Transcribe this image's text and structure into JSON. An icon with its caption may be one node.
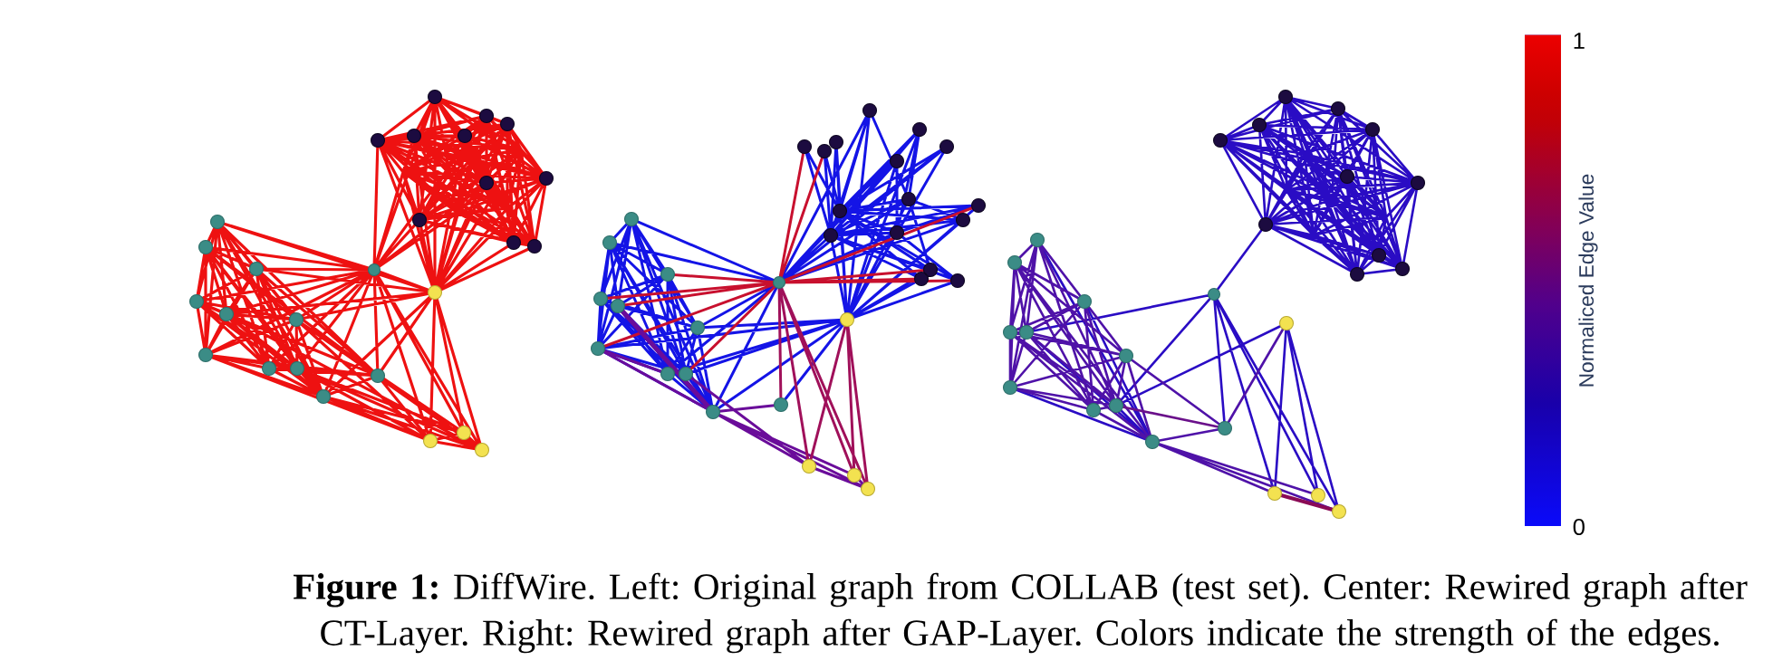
{
  "diagram": {
    "caption": "**Figure 1:** DiffWire. Left: Original graph from COLLAB (test set). Center: Rewired graph after CT-Layer. Right: Rewired graph after GAP-Layer. Colors indicate the strength of the edges.",
    "labels": [
      "1",
      "Normaliced Edge Value",
      "0"
    ]
  }
}
